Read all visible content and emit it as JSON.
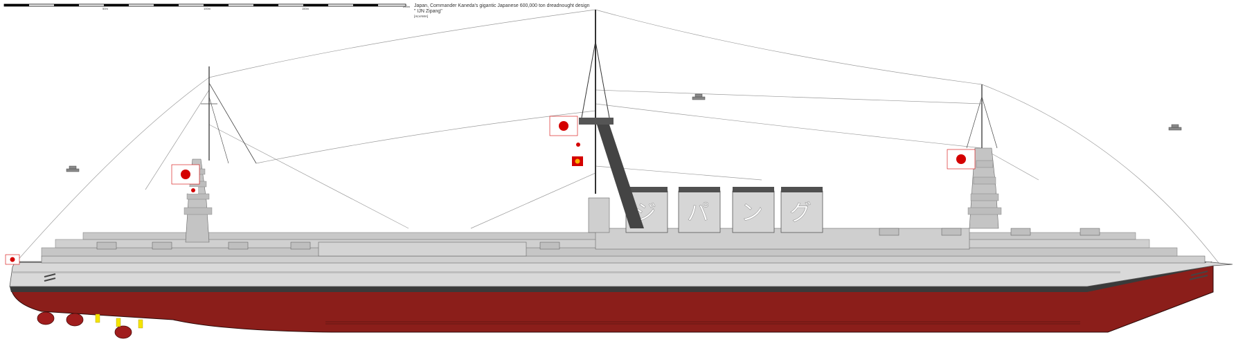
{
  "caption": {
    "description": "Japan, Commander Kaneda's gigantic Japanese 600,000 ton dreadnought design",
    "ship_name": "\" IJN Zipang\"",
    "author": "[ALVAMA]"
  },
  "scale_bar": {
    "labels": [
      "50m",
      "100m",
      "150m",
      "200m"
    ]
  },
  "funnels": {
    "lettering": [
      "ジ",
      "パ",
      "ン",
      "グ"
    ]
  },
  "colors": {
    "hull_upper": "#d9d9d9",
    "hull_lower": "#8b1e1a",
    "boot_topping": "#3a3a3a",
    "superstructure": "#c8c8c8",
    "mast": "#4a4a4a",
    "flag_red": "#d40000",
    "propeller": "#a01d1d",
    "crew_yellow": "#f4e400"
  },
  "icons": [
    "rising-sun-flag",
    "naval-ensign",
    "seaplane",
    "propeller"
  ]
}
